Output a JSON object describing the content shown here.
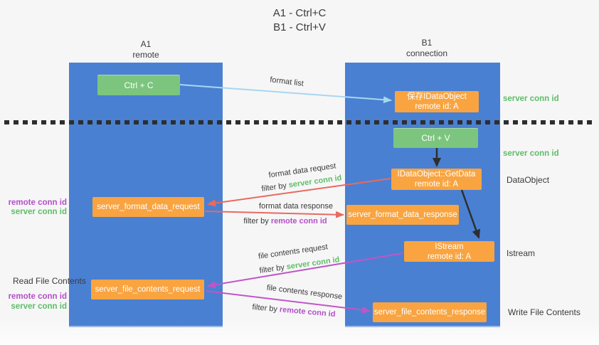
{
  "title": {
    "line1": "A1 - Ctrl+C",
    "line2": "B1 - Ctrl+V"
  },
  "columns": {
    "left": {
      "name": "A1",
      "subtitle": "remote"
    },
    "right": {
      "name": "B1",
      "subtitle": "connection"
    }
  },
  "nodes": {
    "ctrl_c": "Ctrl + C",
    "ctrl_v": "Ctrl + V",
    "save_dataobject": {
      "line1": "保存IDataObject",
      "line2": "remote id: A"
    },
    "getdata": {
      "line1": "IDataObject::GetData",
      "line2": "remote id: A"
    },
    "istream": {
      "line1": "IStream",
      "line2": "remote id: A"
    },
    "format_request": "server_format_data_request",
    "format_response": "server_format_data_response",
    "file_request": "server_file_contents_request",
    "file_response": "server_file_contents_response"
  },
  "arrow_labels": {
    "format_list": "format list",
    "format_data_request": "format data request",
    "format_data_response": "format data response",
    "file_contents_request": "file contents request",
    "file_contents_response": "file contents response",
    "filter_by": "filter by",
    "server_conn_id": "server conn id",
    "remote_conn_id": "remote conn id"
  },
  "side_labels": {
    "server_conn_id": "server conn id",
    "remote_conn_id": "remote conn id",
    "dataobject": "DataObject",
    "istream": "Istream",
    "read_file_contents": "Read File Contents",
    "write_file_contents": "Write File Contents"
  },
  "colors": {
    "lifeline_blue": "#4a80d2",
    "node_orange": "#f9a440",
    "keypress_green": "#7cc57e",
    "conn_id_green": "#5ebd66",
    "conn_id_purple": "#b44ec6",
    "format_arrow_red": "#e96a5f",
    "file_arrow_magenta": "#c155c8",
    "format_list_blue": "#a8d6f2",
    "black_arrow": "#2e2e2e"
  }
}
